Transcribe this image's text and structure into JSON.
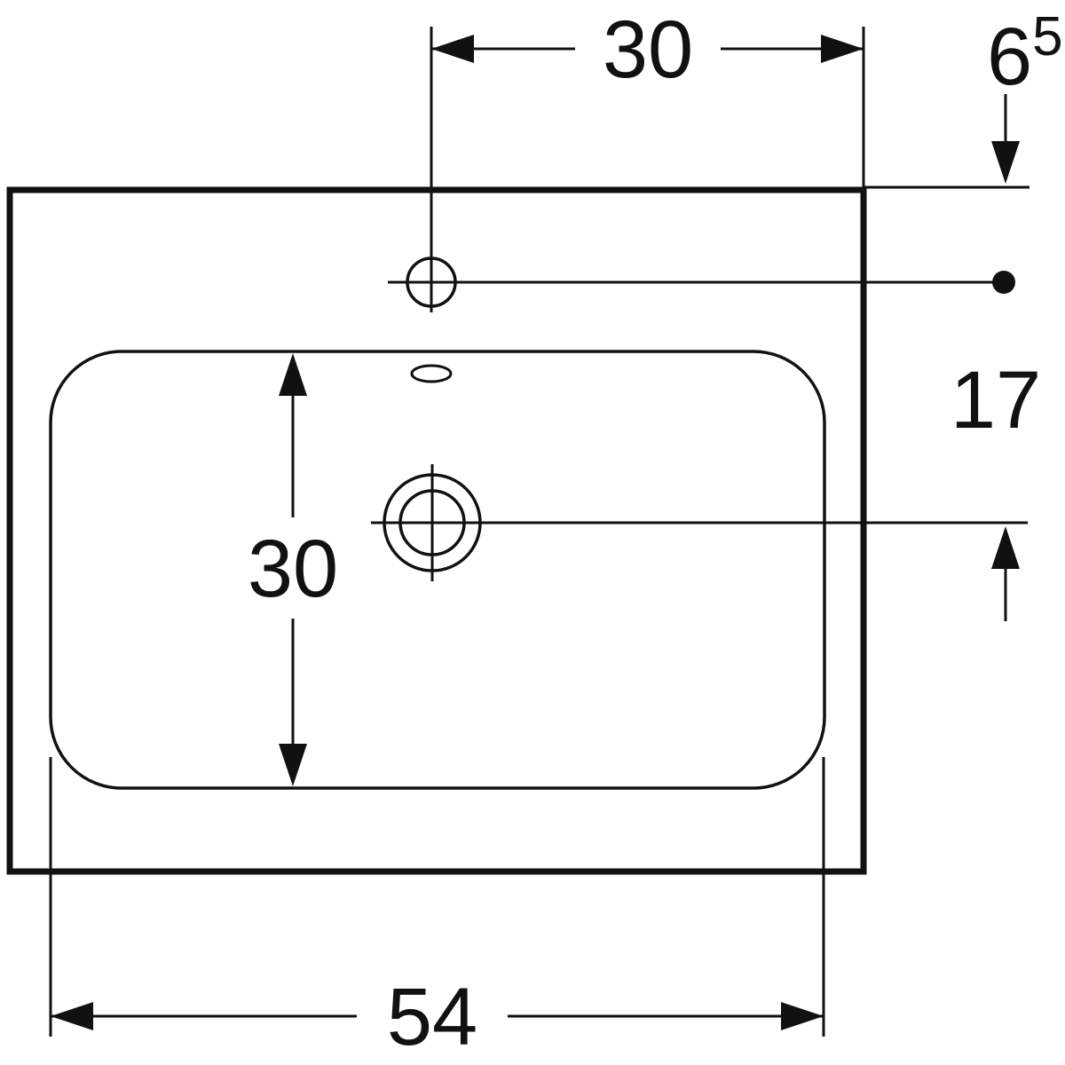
{
  "drawing": {
    "kind": "washbasin-plan-technical-drawing",
    "colors": {
      "line": "#111111",
      "background": "#ffffff"
    }
  },
  "dimensions": {
    "top_tap_to_right_edge": "30",
    "rear_offset_whole": "6",
    "rear_offset_superscript": "5",
    "tap_to_drain": "17",
    "bowl_depth": "30",
    "bowl_width": "54"
  }
}
